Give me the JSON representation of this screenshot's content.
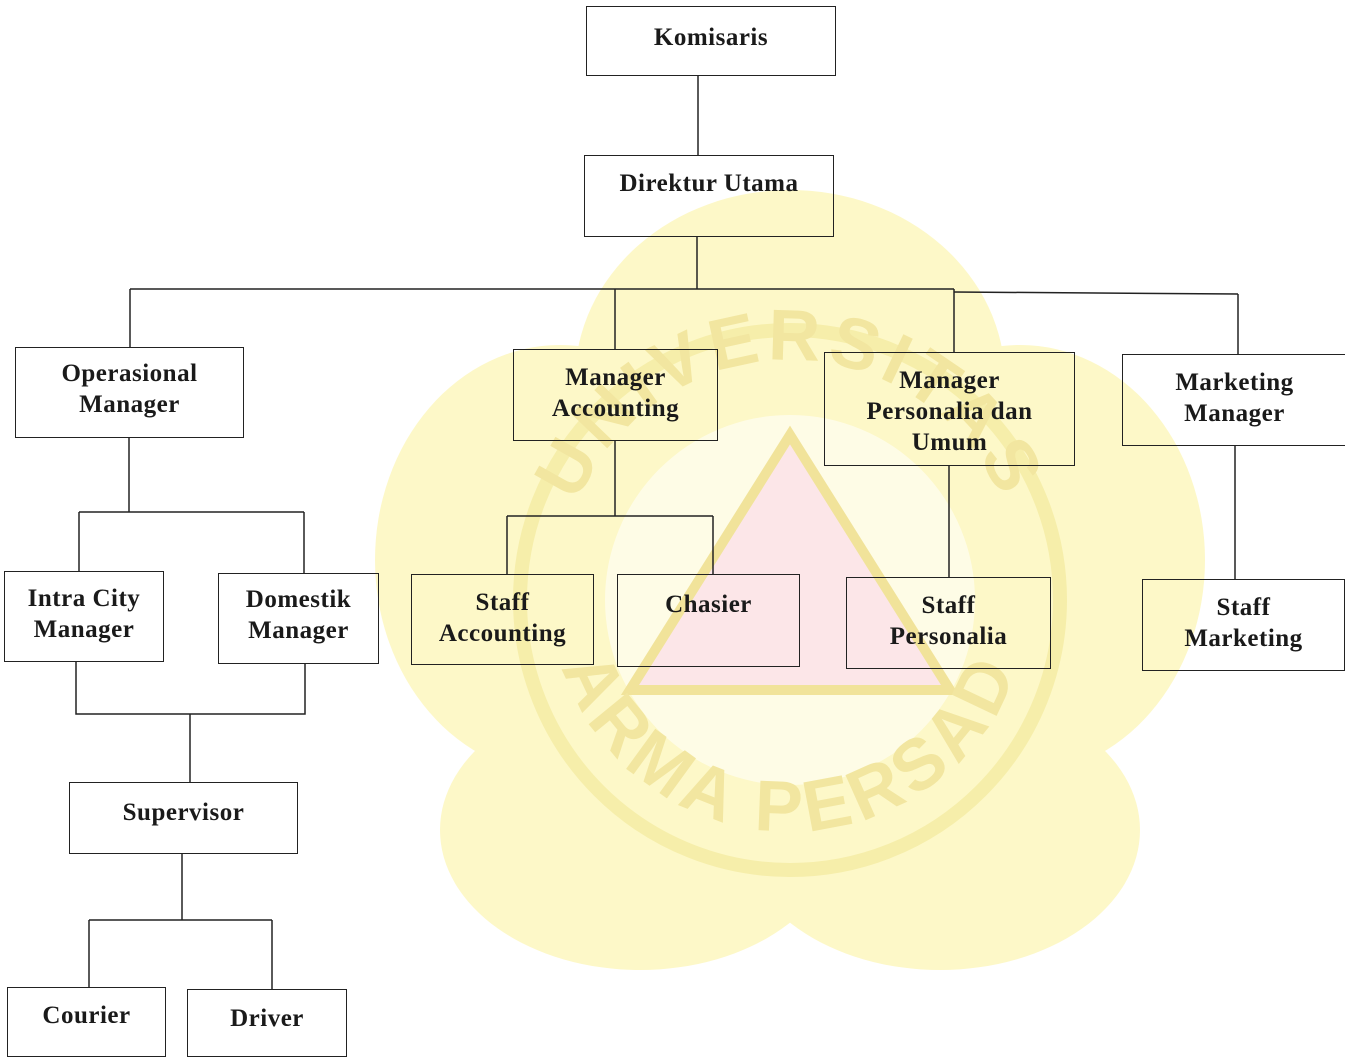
{
  "title": "",
  "watermark": {
    "ring_text_top": "UNIVERSITAS",
    "ring_text_bottom": "DARMA PERSADA",
    "colors": {
      "petal": "#fdf8c8",
      "ring": "#f6eeaa",
      "letters": "#f2e6a0",
      "triangle_fill": "#fce6e8",
      "triangle_edge": "#f1e39a"
    }
  },
  "line_color": "#222222",
  "nodes": {
    "komisaris": [
      "Komisaris"
    ],
    "direktur_utama": [
      "Direktur Utama"
    ],
    "operasional_manager": [
      "Operasional",
      "Manager"
    ],
    "manager_accounting": [
      "Manager",
      "Accounting"
    ],
    "manager_personalia": [
      "Manager",
      "Personalia dan",
      "Umum"
    ],
    "marketing_manager": [
      "Marketing",
      "Manager"
    ],
    "intra_city_manager": [
      "Intra City",
      "Manager"
    ],
    "domestik_manager": [
      "Domestik",
      "Manager"
    ],
    "staff_accounting": [
      "Staff",
      "Accounting"
    ],
    "chasier": [
      "Chasier"
    ],
    "staff_personalia": [
      "Staff",
      "Personalia"
    ],
    "staff_marketing": [
      "Staff",
      "Marketing"
    ],
    "supervisor": [
      "Supervisor"
    ],
    "courier": [
      "Courier"
    ],
    "driver": [
      "Driver"
    ]
  }
}
